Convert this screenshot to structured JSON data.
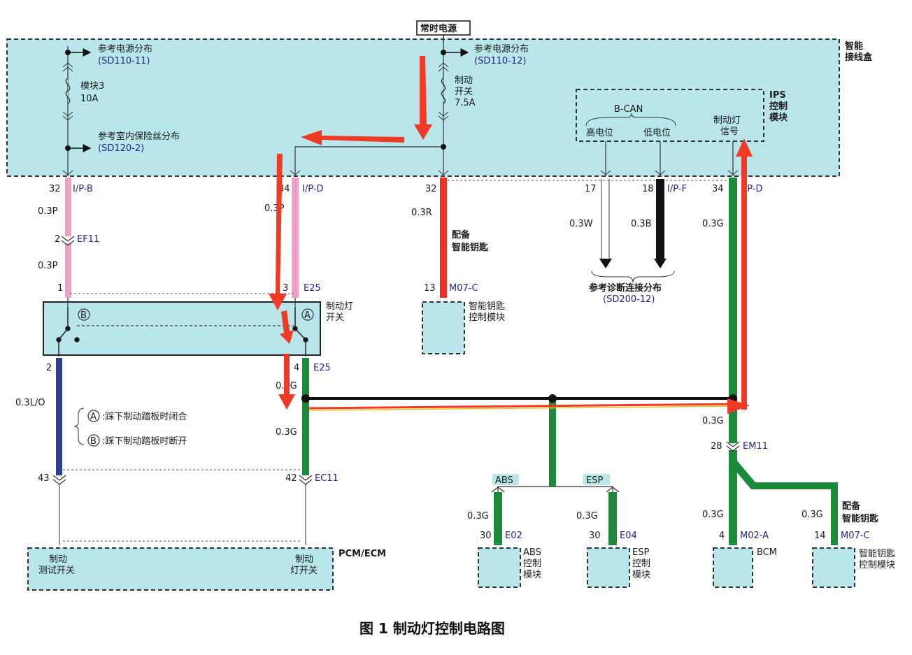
{
  "colors": {
    "box_fill": "#b8e6ea",
    "pink": "#f0a0c4",
    "red": "#ee3124",
    "green": "#1c8a3a",
    "blue_dark": "#2e3e8c",
    "black": "#111111",
    "arrow_red": "#f03a24",
    "label_blue": "#23238f"
  },
  "power": {
    "header": "常时电源"
  },
  "smart_box": {
    "label_1": "智能",
    "label_2": "接线盒"
  },
  "left_branch": {
    "ref1_title": "参考电源分布",
    "ref1_code": "(SD110-11)",
    "fuse_name": "模块3",
    "fuse_rating": "10A",
    "ref2_title": "参考室内保险丝分布",
    "ref2_code": "(SD120-2)"
  },
  "mid_branch": {
    "ref_title": "参考电源分布",
    "ref_code": "(SD110-12)",
    "fuse_name_1": "制动",
    "fuse_name_2": "开关",
    "fuse_rating": "7.5A"
  },
  "ips": {
    "label_1": "IPS",
    "label_2": "控制",
    "label_3": "模块",
    "bcan": "B-CAN",
    "high": "高电位",
    "low": "低电位",
    "signal_1": "制动灯",
    "signal_2": "信号"
  },
  "pins": {
    "p32_ipb": "32",
    "ipb": "I/P-B",
    "p34_ipd": "34",
    "ipd": "I/P-D",
    "p32_c": "32",
    "p17": "17",
    "p18": "18",
    "ipf": "I/P-F",
    "p34_right": "34",
    "ipd_right": "I/P-D",
    "p2_ef11": "2",
    "ef11": "EF11",
    "p1": "1",
    "p3": "3",
    "e25_top": "E25",
    "p2_bottom": "2",
    "p4": "4",
    "e25_bottom": "E25",
    "p13": "13",
    "m07c_top": "M07-C",
    "p43": "43",
    "p42": "42",
    "ec11": "EC11",
    "p28": "28",
    "em11": "EM11",
    "p30_abs": "30",
    "e02": "E02",
    "p30_esp": "30",
    "e04": "E04",
    "p4_bcm": "4",
    "m02a": "M02-A",
    "p14": "14",
    "m07c_bottom": "M07-C"
  },
  "wires": {
    "w03p_a": "0.3P",
    "w03p_b": "0.3P",
    "w03p_c": "0.3P",
    "w03r": "0.3R",
    "w03w": "0.3W",
    "w03b": "0.3B",
    "w03g_right": "0.3G",
    "w03lo": "0.3L/O",
    "w03g_e25": "0.3G",
    "w03g_mid": "0.3G",
    "w03g_em11": "0.3G",
    "w03g_abs": "0.3G",
    "w03g_esp": "0.3G",
    "w03g_bcm": "0.3G",
    "w03g_key": "0.3G"
  },
  "labels": {
    "option_key_1": "配备",
    "option_key_2": "智能钥匙",
    "smart_key_mod_1": "智能钥匙",
    "smart_key_mod_2": "控制模块",
    "diag_ref_title": "参考诊断连接分布",
    "diag_ref_code": "(SD200-12)",
    "switch_name_1": "制动灯",
    "switch_name_2": "开关",
    "circle_a": "A",
    "circle_b": "B",
    "legend_a": ":踩下制动踏板时闭合",
    "legend_b": ":踩下制动踏板时断开",
    "abs_tag": "ABS",
    "esp_tag": "ESP",
    "abs_mod_1": "ABS",
    "abs_mod_2": "控制",
    "abs_mod_3": "模块",
    "esp_mod_1": "ESP",
    "esp_mod_2": "控制",
    "esp_mod_3": "模块",
    "bcm": "BCM",
    "option_key_r1": "配备",
    "option_key_r2": "智能钥匙",
    "smart_key_r1": "智能钥匙",
    "smart_key_r2": "控制模块",
    "pcm_ecm": "PCM/ECM",
    "pcm_left_1": "制动",
    "pcm_left_2": "测试开关",
    "pcm_right_1": "制动",
    "pcm_right_2": "灯开关"
  },
  "caption": "图 1  制动灯控制电路图"
}
